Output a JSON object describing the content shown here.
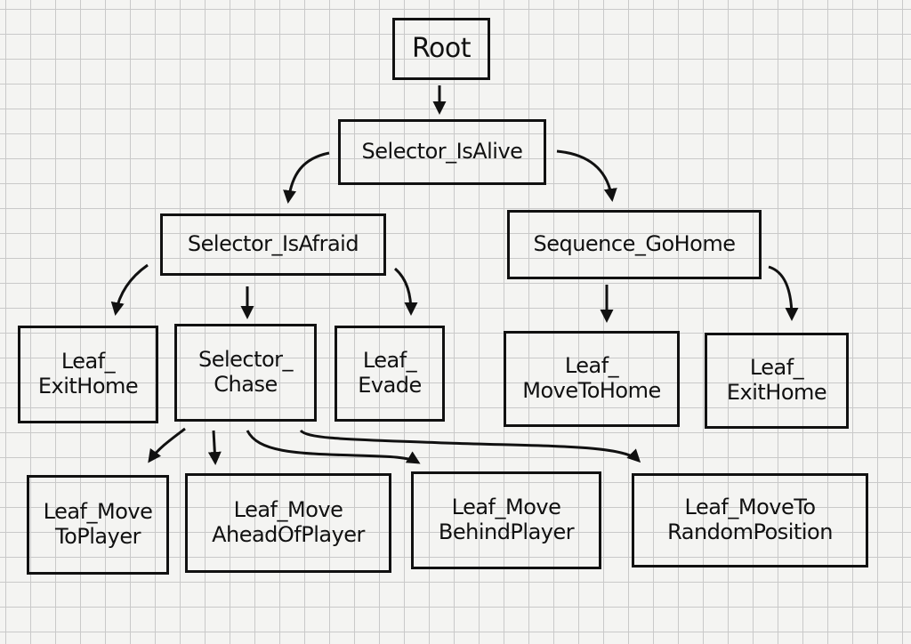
{
  "diagram": {
    "title": "",
    "nodes": {
      "root": {
        "lines": [
          "Root"
        ]
      },
      "selector_isalive": {
        "lines": [
          "Selector_IsAlive"
        ]
      },
      "selector_isafraid": {
        "lines": [
          "Selector_IsAfraid"
        ]
      },
      "sequence_gohome": {
        "lines": [
          "Sequence_GoHome"
        ]
      },
      "leaf_exithome_1": {
        "lines": [
          "Leaf_",
          "ExitHome"
        ]
      },
      "selector_chase": {
        "lines": [
          "Selector_",
          "Chase"
        ]
      },
      "leaf_evade": {
        "lines": [
          "Leaf_",
          "Evade"
        ]
      },
      "leaf_movetohome": {
        "lines": [
          "Leaf_",
          "MoveToHome"
        ]
      },
      "leaf_exithome_2": {
        "lines": [
          "Leaf_",
          "ExitHome"
        ]
      },
      "leaf_movetoplayer": {
        "lines": [
          "Leaf_Move",
          "ToPlayer"
        ]
      },
      "leaf_moveaheadofplayer": {
        "lines": [
          "Leaf_Move",
          "AheadOfPlayer"
        ]
      },
      "leaf_movebehindplayer": {
        "lines": [
          "Leaf_Move",
          "BehindPlayer"
        ]
      },
      "leaf_movetorandomposition": {
        "lines": [
          "Leaf_MoveTo",
          "RandomPosition"
        ]
      }
    },
    "edges": [
      [
        "root",
        "selector_isalive"
      ],
      [
        "selector_isalive",
        "selector_isafraid"
      ],
      [
        "selector_isalive",
        "sequence_gohome"
      ],
      [
        "selector_isafraid",
        "leaf_exithome_1"
      ],
      [
        "selector_isafraid",
        "selector_chase"
      ],
      [
        "selector_isafraid",
        "leaf_evade"
      ],
      [
        "sequence_gohome",
        "leaf_movetohome"
      ],
      [
        "sequence_gohome",
        "leaf_exithome_2"
      ],
      [
        "selector_chase",
        "leaf_movetoplayer"
      ],
      [
        "selector_chase",
        "leaf_moveaheadofplayer"
      ],
      [
        "selector_chase",
        "leaf_movebehindplayer"
      ],
      [
        "selector_chase",
        "leaf_movetorandomposition"
      ]
    ]
  }
}
